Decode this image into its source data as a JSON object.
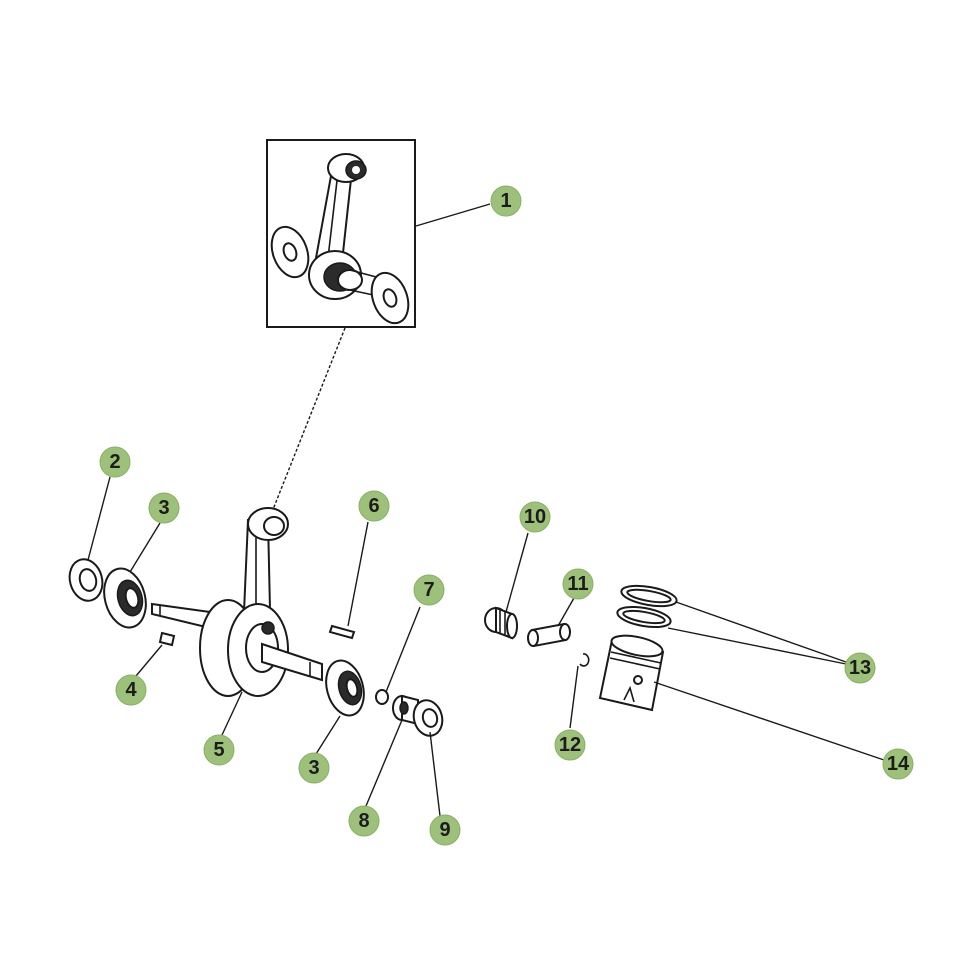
{
  "callouts": [
    {
      "id": "c1",
      "label": "1"
    },
    {
      "id": "c2",
      "label": "2"
    },
    {
      "id": "c3a",
      "label": "3"
    },
    {
      "id": "c4",
      "label": "4"
    },
    {
      "id": "c5",
      "label": "5"
    },
    {
      "id": "c3b",
      "label": "3"
    },
    {
      "id": "c6",
      "label": "6"
    },
    {
      "id": "c7",
      "label": "7"
    },
    {
      "id": "c8",
      "label": "8"
    },
    {
      "id": "c9",
      "label": "9"
    },
    {
      "id": "c10",
      "label": "10"
    },
    {
      "id": "c11",
      "label": "11"
    },
    {
      "id": "c12",
      "label": "12"
    },
    {
      "id": "c13",
      "label": "13"
    },
    {
      "id": "c14",
      "label": "14"
    }
  ],
  "colors": {
    "badge_fill": "#9dc17a",
    "line": "#1a1a1a",
    "background": "#ffffff"
  }
}
